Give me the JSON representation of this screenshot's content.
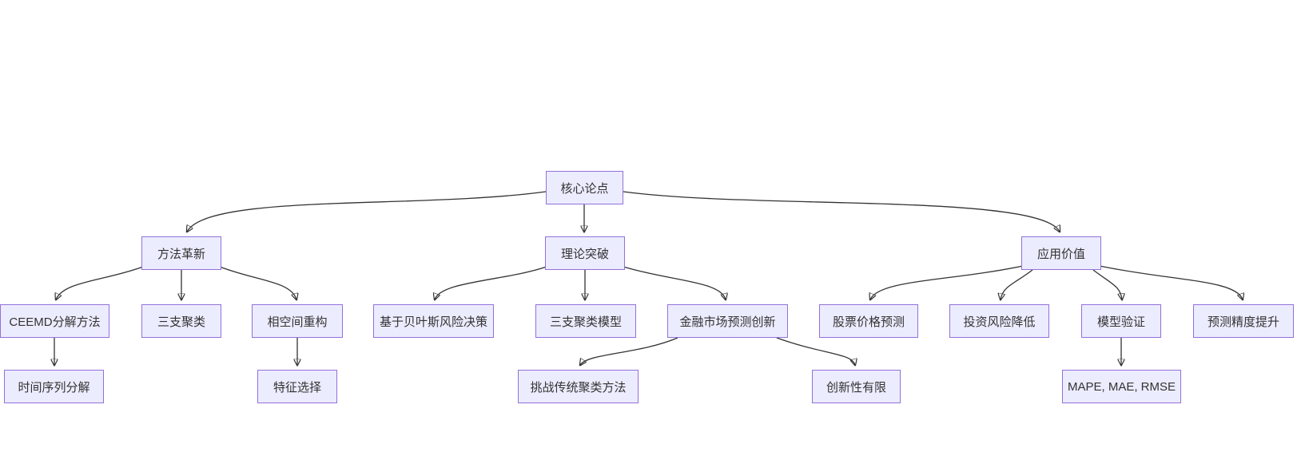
{
  "diagram": {
    "type": "flowchart",
    "colors": {
      "node_fill": "#ECECFF",
      "node_border": "#9370DB",
      "edge_line": "#333333",
      "text": "#333333",
      "canvas": "#FFFFFF"
    },
    "nodes": {
      "core_thesis": {
        "label": "核心论点"
      },
      "method_innovation": {
        "label": "方法革新"
      },
      "theory_breakthrough": {
        "label": "理论突破"
      },
      "application_value": {
        "label": "应用价值"
      },
      "ceemd_decomposition": {
        "label": "CEEMD分解方法"
      },
      "three_way_clustering": {
        "label": "三支聚类"
      },
      "phase_space_reconstruction": {
        "label": "相空间重构"
      },
      "bayesian_risk_decision": {
        "label": "基于贝叶斯风险决策"
      },
      "three_way_clustering_model": {
        "label": "三支聚类模型"
      },
      "financial_market_innovation": {
        "label": "金融市场预测创新"
      },
      "stock_price_prediction": {
        "label": "股票价格预测"
      },
      "investment_risk_reduction": {
        "label": "投资风险降低"
      },
      "model_validation": {
        "label": "模型验证"
      },
      "prediction_accuracy": {
        "label": "预测精度提升"
      },
      "time_series_decomposition": {
        "label": "时间序列分解"
      },
      "feature_selection": {
        "label": "特征选择"
      },
      "challenge_traditional": {
        "label": "挑战传统聚类方法"
      },
      "limited_innovation": {
        "label": "创新性有限"
      },
      "evaluation_metrics": {
        "label": "MAPE, MAE, RMSE"
      }
    },
    "edges": [
      {
        "from": "core_thesis",
        "to": "method_innovation"
      },
      {
        "from": "core_thesis",
        "to": "theory_breakthrough"
      },
      {
        "from": "core_thesis",
        "to": "application_value"
      },
      {
        "from": "method_innovation",
        "to": "ceemd_decomposition"
      },
      {
        "from": "method_innovation",
        "to": "three_way_clustering"
      },
      {
        "from": "method_innovation",
        "to": "phase_space_reconstruction"
      },
      {
        "from": "theory_breakthrough",
        "to": "bayesian_risk_decision"
      },
      {
        "from": "theory_breakthrough",
        "to": "three_way_clustering_model"
      },
      {
        "from": "theory_breakthrough",
        "to": "financial_market_innovation"
      },
      {
        "from": "application_value",
        "to": "stock_price_prediction"
      },
      {
        "from": "application_value",
        "to": "investment_risk_reduction"
      },
      {
        "from": "application_value",
        "to": "model_validation"
      },
      {
        "from": "application_value",
        "to": "prediction_accuracy"
      },
      {
        "from": "ceemd_decomposition",
        "to": "time_series_decomposition"
      },
      {
        "from": "phase_space_reconstruction",
        "to": "feature_selection"
      },
      {
        "from": "financial_market_innovation",
        "to": "challenge_traditional"
      },
      {
        "from": "financial_market_innovation",
        "to": "limited_innovation"
      },
      {
        "from": "model_validation",
        "to": "evaluation_metrics"
      }
    ]
  }
}
